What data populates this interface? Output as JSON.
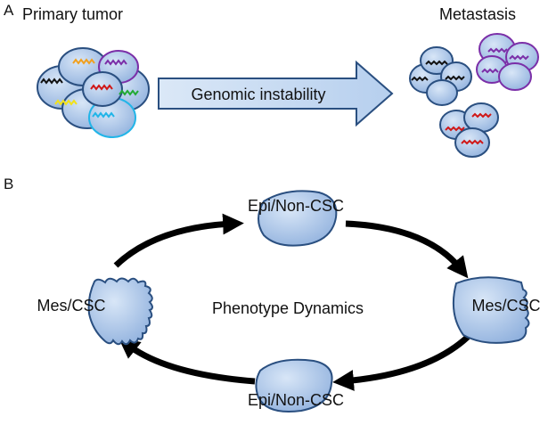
{
  "panel_a": {
    "letter": "A",
    "primary_label": "Primary tumor",
    "metastasis_label": "Metastasis",
    "arrow_label": "Genomic instability"
  },
  "panel_b": {
    "letter": "B",
    "center_label": "Phenotype Dynamics",
    "top_label": "Epi/Non-CSC",
    "right_label": "Mes/CSC",
    "bottom_label": "Epi/Non-CSC",
    "left_label": "Mes/CSC"
  },
  "colors": {
    "cell_fill": "#a9c4e8",
    "cell_border": "#2a4f80",
    "purple": "#7b2fa8",
    "cyan": "#22b5e8",
    "black": "#111111",
    "orange": "#f0a020",
    "red": "#d01818",
    "green": "#22aa33",
    "yellow": "#f2e21a",
    "arrow_fill": "#c3d9f2"
  }
}
